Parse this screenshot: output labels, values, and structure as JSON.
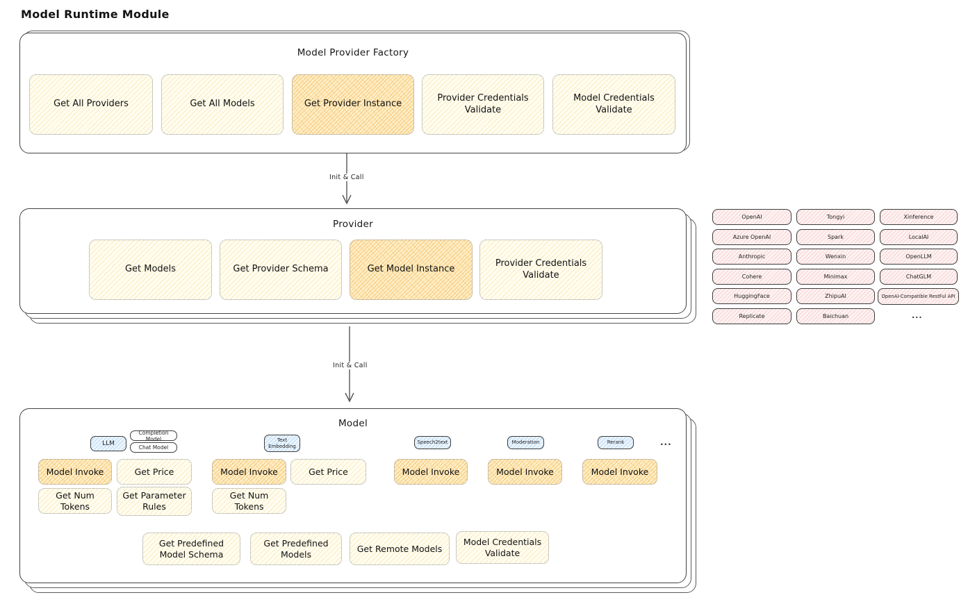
{
  "page_title": "Model Runtime Module",
  "arrow1": {
    "label": "Init & Call"
  },
  "arrow2": {
    "label": "Init & Call"
  },
  "factory": {
    "title": "Model Provider Factory",
    "buttons": [
      {
        "label": "Get All Providers"
      },
      {
        "label": "Get All Models"
      },
      {
        "label": "Get Provider Instance"
      },
      {
        "label": "Provider Credentials Validate"
      },
      {
        "label": "Model Credentials Validate"
      }
    ]
  },
  "provider": {
    "title": "Provider",
    "buttons": [
      {
        "label": "Get Models"
      },
      {
        "label": "Get Provider Schema"
      },
      {
        "label": "Get Model Instance"
      },
      {
        "label": "Provider Credentials Validate"
      }
    ]
  },
  "providers": {
    "col1": [
      "OpenAI",
      "Azure OpenAI",
      "Anthropic",
      "Cohere",
      "HuggingFace",
      "Replicate"
    ],
    "col2": [
      "Tongyi",
      "Spark",
      "Wenxin",
      "Minimax",
      "ZhipuAI",
      "Baichuan"
    ],
    "col3": [
      "Xinference",
      "LocalAI",
      "OpenLLM",
      "ChatGLM",
      "OpenAI-Compatible RestFul API"
    ],
    "ellipsis": "..."
  },
  "model": {
    "title": "Model",
    "tags": {
      "llm": "LLM",
      "completion": "Completion Model",
      "chat": "Chat Model",
      "text_embedding": "Text Embedding",
      "speech2text": "Speech2text",
      "moderation": "Moderation",
      "rerank": "Rerank",
      "ellipsis": "..."
    },
    "ops": {
      "llm_invoke": "Model Invoke",
      "llm_price": "Get Price",
      "llm_tokens": "Get Num Tokens",
      "llm_params": "Get Parameter Rules",
      "te_invoke": "Model Invoke",
      "te_price": "Get Price",
      "te_tokens": "Get Num Tokens",
      "s2t_invoke": "Model Invoke",
      "mod_invoke": "Model Invoke",
      "rerank_invoke": "Model Invoke"
    },
    "bottom": [
      {
        "label": "Get Predefined Model Schema"
      },
      {
        "label": "Get Predefined Models"
      },
      {
        "label": "Get Remote Models"
      },
      {
        "label": "Model Credentials Validate"
      }
    ]
  }
}
